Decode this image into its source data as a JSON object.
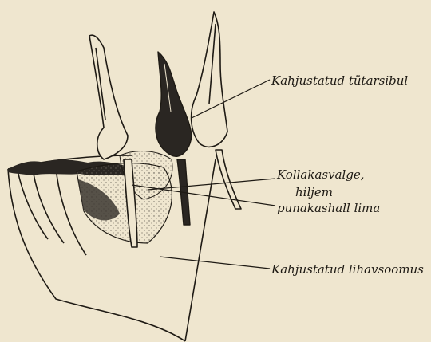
{
  "figure": {
    "labels": {
      "daughter_bulbs": "Kahjustatud tütarsibul",
      "slime_line1": "Kollakasvalge,",
      "slime_line2": "hiljem",
      "slime_line3": "punakashall lima",
      "scale": "Kahjustatud lihavsoomus"
    },
    "colors": {
      "paper": "#efe6cf",
      "ink": "#1e1a14",
      "dark_rot": "#2a2622",
      "stipple": "#6b655b"
    }
  }
}
